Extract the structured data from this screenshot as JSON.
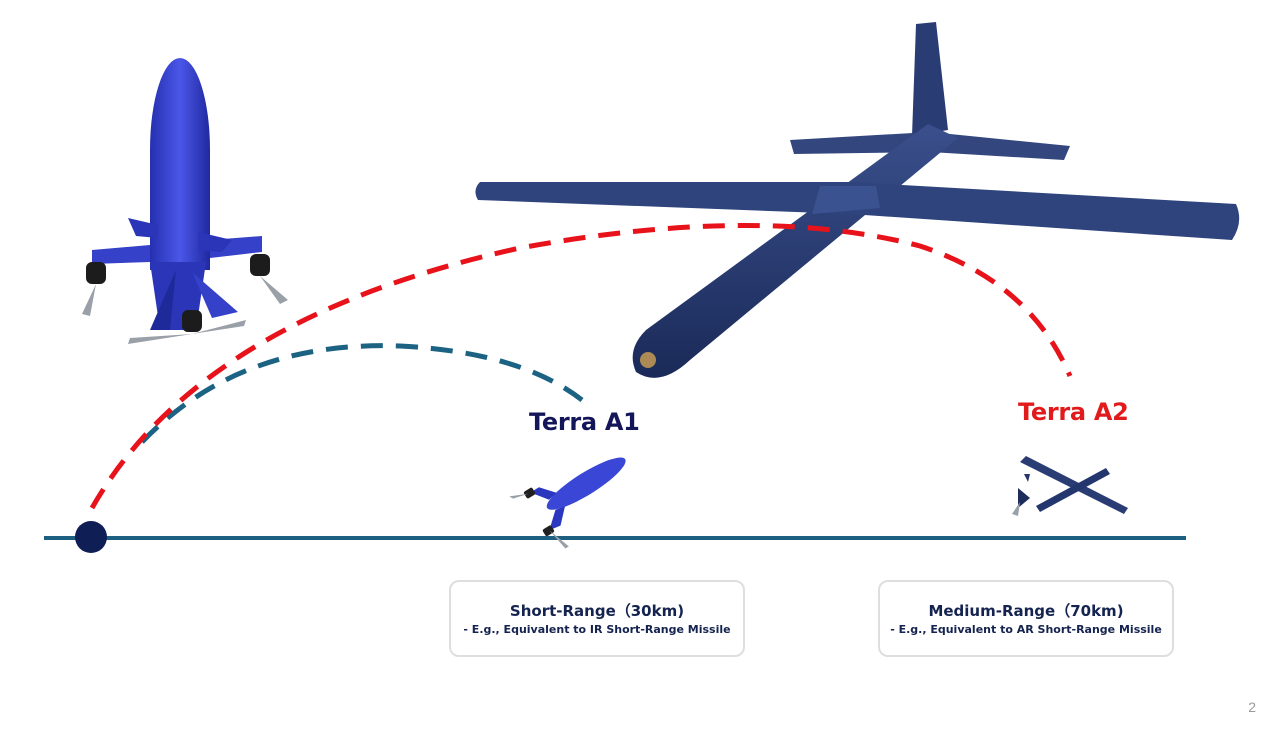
{
  "drones": [
    {
      "label": "Terra A1",
      "color": "#14165a",
      "body_color": "#3a47d6"
    },
    {
      "label": "Terra A2",
      "color": "#e11b1b",
      "body_color": "#24366e"
    }
  ],
  "ranges": [
    {
      "title": "Short-Range（30km)",
      "subtitle": "- E.g., Equivalent to IR Short-Range Missile"
    },
    {
      "title": "Medium-Range（70km)",
      "subtitle": "- E.g., Equivalent to AR Short-Range Missile"
    }
  ],
  "colors": {
    "baseline": "#1c5f80",
    "launch_point": "#0f1f55",
    "short_arc": "#1b6283",
    "medium_arc": "#e8121b"
  },
  "page_number": "2"
}
